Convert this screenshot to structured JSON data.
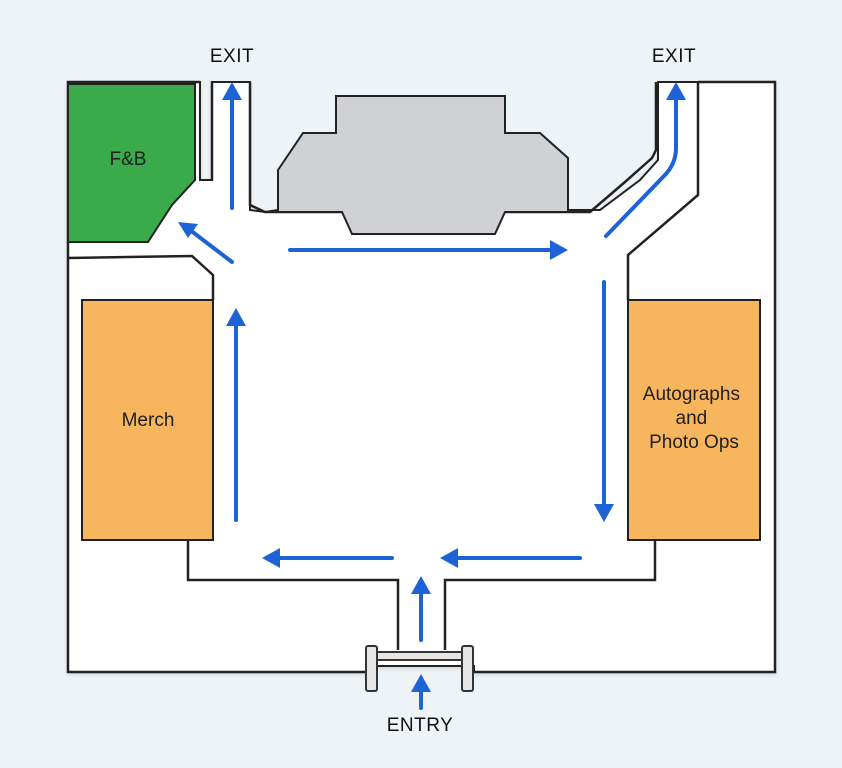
{
  "labels": {
    "exit_left": "EXIT",
    "exit_right": "EXIT",
    "entry": "ENTRY"
  },
  "zones": {
    "fnb": {
      "label": "F&B",
      "color": "#3aaa4a"
    },
    "merch": {
      "label": "Merch",
      "color": "#f7b55e"
    },
    "autographs": {
      "lines": [
        "Autographs",
        "and",
        "Photo Ops"
      ],
      "color": "#f7b55e"
    },
    "stage": {
      "color": "#cfd1d4"
    }
  },
  "colors": {
    "arrow": "#1e63d6",
    "wall": "#222222",
    "floor": "#ffffff",
    "background": "#eef3f8"
  },
  "icons": {
    "flow_arrow": "arrow-icon",
    "entry_gate": "gate-icon"
  }
}
